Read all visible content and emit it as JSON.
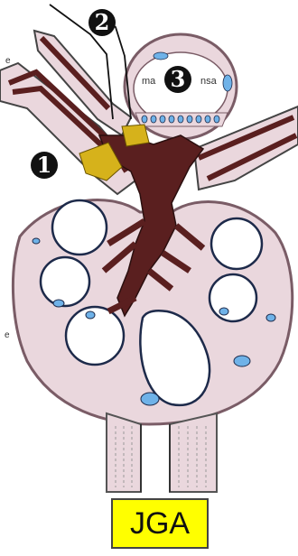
{
  "markers": [
    "1",
    "2",
    "3"
  ],
  "macula_densa_fragments": [
    "ma",
    "nsa"
  ],
  "edge_labels": [
    "e",
    "e"
  ],
  "badge": "JGA",
  "colors": {
    "capsule_fill": "#e9d3da",
    "capsule_stroke": "#7a5c66",
    "capillary_lumen": "#ffffff",
    "mesangium": "#5a1f1f",
    "granular_cells": "#d6b21b",
    "nuclei": "#6fb2e8",
    "badge": "#ffff00"
  }
}
